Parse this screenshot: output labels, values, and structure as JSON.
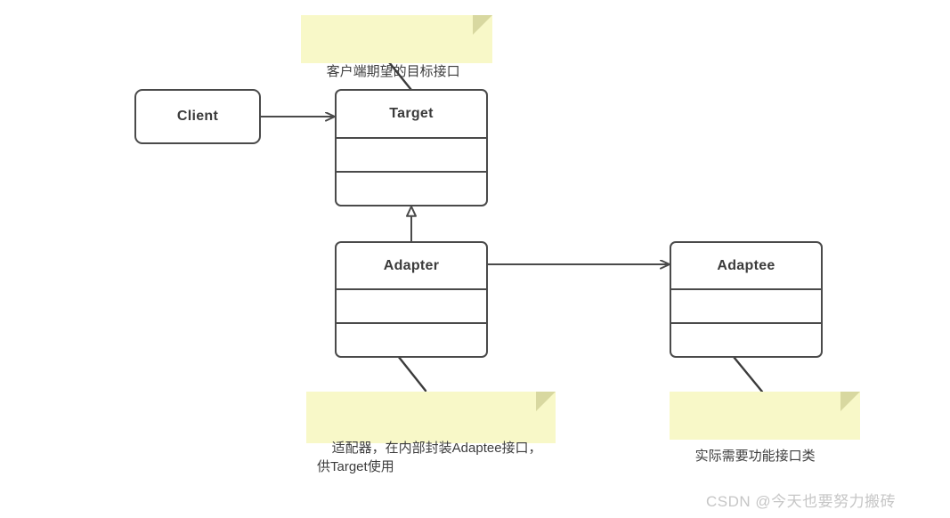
{
  "diagram": {
    "title": "Adapter Pattern UML Class Diagram",
    "background_color": "#ffffff",
    "stroke_color": "#4a4a4a",
    "note_color": "#f8f8c8",
    "note_fold_color": "#d8d8a0",
    "text_color": "#3b3b3b"
  },
  "nodes": {
    "client": {
      "label": "Client",
      "type": "plain-box"
    },
    "target": {
      "label": "Target",
      "type": "uml-class",
      "compartments": [
        "",
        ""
      ]
    },
    "adapter": {
      "label": "Adapter",
      "type": "uml-class",
      "compartments": [
        "",
        ""
      ]
    },
    "adaptee": {
      "label": "Adaptee",
      "type": "uml-class",
      "compartments": [
        "",
        ""
      ]
    }
  },
  "notes": {
    "target_note": {
      "text": "客户端期望的目标接口",
      "attached_to": "Target"
    },
    "adapter_note": {
      "text": "适配器，在内部封装Adaptee接口，供Target使用",
      "attached_to": "Adapter"
    },
    "adaptee_note": {
      "text": "实际需要功能接口类",
      "attached_to": "Adaptee"
    }
  },
  "edges": [
    {
      "name": "client-to-target",
      "from": "Client",
      "to": "Target",
      "type": "association",
      "arrowhead": "open"
    },
    {
      "name": "adapter-to-target",
      "from": "Adapter",
      "to": "Target",
      "type": "generalization",
      "arrowhead": "hollow-triangle"
    },
    {
      "name": "adapter-to-adaptee",
      "from": "Adapter",
      "to": "Adaptee",
      "type": "association",
      "arrowhead": "open"
    },
    {
      "name": "target-note-link",
      "from": "客户端期望的目标接口",
      "to": "Target",
      "type": "note-anchor",
      "arrowhead": "none"
    },
    {
      "name": "adapter-note-link",
      "from": "Adapter",
      "to": "适配器，在内部封装Adaptee接口，供Target使用",
      "type": "note-anchor",
      "arrowhead": "none"
    },
    {
      "name": "adaptee-note-link",
      "from": "Adaptee",
      "to": "实际需要功能接口类",
      "type": "note-anchor",
      "arrowhead": "none"
    }
  ],
  "watermark": {
    "text": "CSDN @今天也要努力搬砖"
  }
}
